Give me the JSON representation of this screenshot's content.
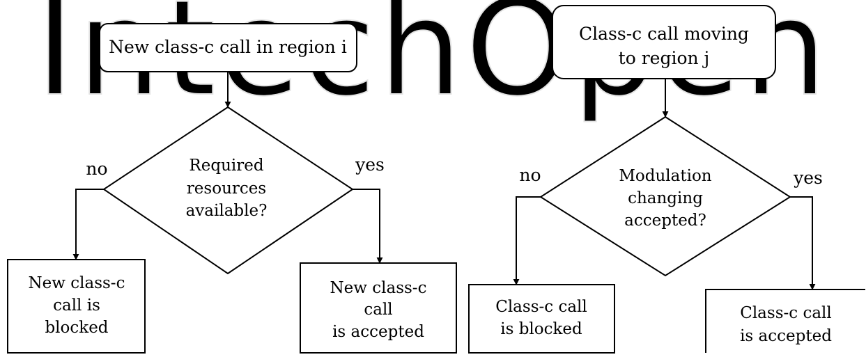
{
  "watermark": {
    "text": "IntechOpen",
    "color": "#e6e6e6"
  },
  "colors": {
    "stroke": "#000000",
    "background": "#ffffff"
  },
  "left_flow": {
    "start": "New class-c call in region i",
    "decision": [
      "Required",
      "resources",
      "available?"
    ],
    "no_label": "no",
    "yes_label": "yes",
    "no_outcome": [
      "New class-c",
      "call is",
      "blocked"
    ],
    "yes_outcome": [
      "New class-c",
      "call",
      "is accepted"
    ]
  },
  "right_flow": {
    "start": [
      "Class-c call moving",
      "to region j"
    ],
    "decision": [
      "Modulation",
      "changing",
      "accepted?"
    ],
    "no_label": "no",
    "yes_label": "yes",
    "no_outcome": [
      "Class-c call",
      "is blocked"
    ],
    "yes_outcome": [
      "Class-c call",
      "is accepted"
    ]
  }
}
